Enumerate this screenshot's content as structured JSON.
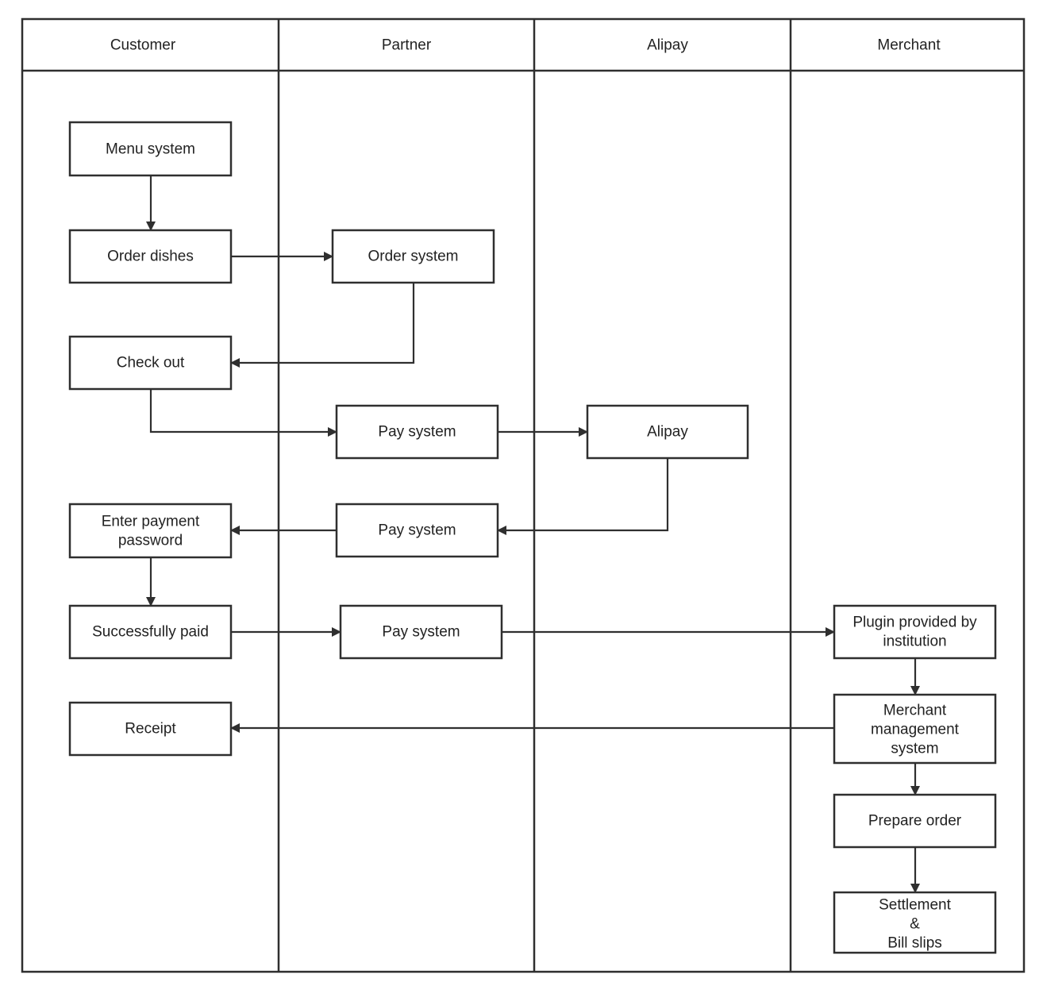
{
  "lanes": [
    {
      "id": "customer",
      "label": "Customer"
    },
    {
      "id": "partner",
      "label": "Partner"
    },
    {
      "id": "alipay",
      "label": "Alipay"
    },
    {
      "id": "merchant",
      "label": "Merchant"
    }
  ],
  "nodes": [
    {
      "id": "menu_system",
      "lane": "customer",
      "lines": [
        "Menu system"
      ]
    },
    {
      "id": "order_dishes",
      "lane": "customer",
      "lines": [
        "Order dishes"
      ]
    },
    {
      "id": "order_system",
      "lane": "partner",
      "lines": [
        "Order system"
      ]
    },
    {
      "id": "check_out",
      "lane": "customer",
      "lines": [
        "Check out"
      ]
    },
    {
      "id": "pay_system_1",
      "lane": "partner",
      "lines": [
        "Pay system"
      ]
    },
    {
      "id": "alipay_node",
      "lane": "alipay",
      "lines": [
        "Alipay"
      ]
    },
    {
      "id": "enter_payment_password",
      "lane": "customer",
      "lines": [
        "Enter payment",
        "password"
      ]
    },
    {
      "id": "pay_system_2",
      "lane": "partner",
      "lines": [
        "Pay system"
      ]
    },
    {
      "id": "successfully_paid",
      "lane": "customer",
      "lines": [
        "Successfully paid"
      ]
    },
    {
      "id": "pay_system_3",
      "lane": "partner",
      "lines": [
        "Pay system"
      ]
    },
    {
      "id": "plugin",
      "lane": "merchant",
      "lines": [
        "Plugin provided by",
        "institution"
      ]
    },
    {
      "id": "receipt",
      "lane": "customer",
      "lines": [
        "Receipt"
      ]
    },
    {
      "id": "merchant_mgmt",
      "lane": "merchant",
      "lines": [
        "Merchant",
        "management",
        "system"
      ]
    },
    {
      "id": "prepare_order",
      "lane": "merchant",
      "lines": [
        "Prepare order"
      ]
    },
    {
      "id": "settlement",
      "lane": "merchant",
      "lines": [
        "Settlement",
        "&",
        "Bill slips"
      ]
    }
  ],
  "edges": [
    {
      "from": "menu_system",
      "to": "order_dishes"
    },
    {
      "from": "order_dishes",
      "to": "order_system"
    },
    {
      "from": "order_system",
      "to": "check_out"
    },
    {
      "from": "check_out",
      "to": "pay_system_1"
    },
    {
      "from": "pay_system_1",
      "to": "alipay_node"
    },
    {
      "from": "alipay_node",
      "to": "pay_system_2"
    },
    {
      "from": "pay_system_2",
      "to": "enter_payment_password"
    },
    {
      "from": "enter_payment_password",
      "to": "successfully_paid"
    },
    {
      "from": "successfully_paid",
      "to": "pay_system_3"
    },
    {
      "from": "pay_system_3",
      "to": "plugin"
    },
    {
      "from": "plugin",
      "to": "merchant_mgmt"
    },
    {
      "from": "merchant_mgmt",
      "to": "receipt"
    },
    {
      "from": "merchant_mgmt",
      "to": "prepare_order"
    },
    {
      "from": "prepare_order",
      "to": "settlement"
    }
  ]
}
